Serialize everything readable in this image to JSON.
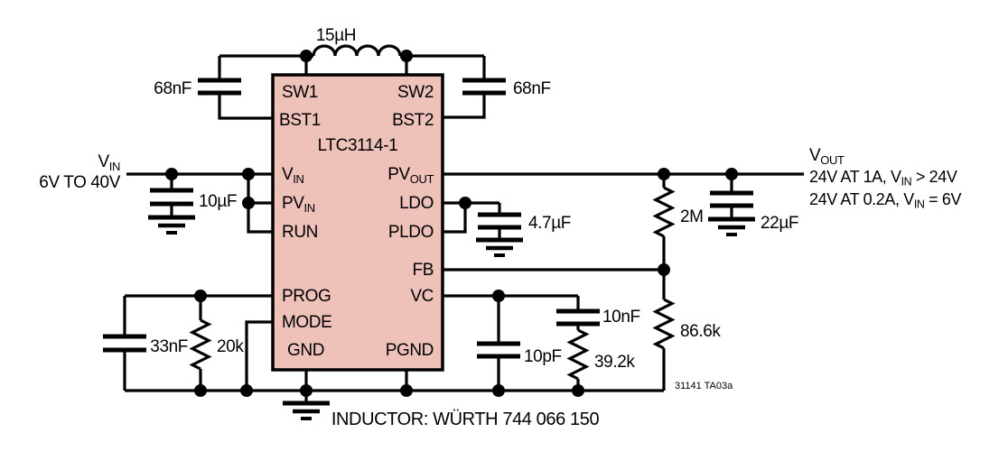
{
  "colors": {
    "ic_fill": "#eec1b9",
    "line": "#000000",
    "background": "#ffffff"
  },
  "ic": {
    "title": "LTC3114-1",
    "pins": {
      "sw1": "SW1",
      "sw2": "SW2",
      "bst1": "BST1",
      "bst2": "BST2",
      "vin_v": "V",
      "vin_sub": "IN",
      "pvin_v": "PV",
      "pvin_sub": "IN",
      "run": "RUN",
      "prog": "PROG",
      "mode": "MODE",
      "gnd": "GND",
      "pvout_v": "PV",
      "pvout_sub": "OUT",
      "ldo": "LDO",
      "pldo": "PLDO",
      "fb": "FB",
      "vc": "VC",
      "pgnd": "PGND"
    }
  },
  "components": {
    "inductor": "15µH",
    "cap_bst_left": "68nF",
    "cap_bst_right": "68nF",
    "cap_input": "10µF",
    "cap_ldo": "4.7µF",
    "cap_output": "22µF",
    "res_fb_upper": "2M",
    "res_fb_lower": "86.6k",
    "cap_prog": "33nF",
    "res_prog": "20k",
    "cap_comp_hf": "10pF",
    "cap_comp": "10nF",
    "res_comp": "39.2k"
  },
  "io": {
    "vin_v": "V",
    "vin_sub": "IN",
    "vin_range": "6V TO 40V",
    "vout_v": "V",
    "vout_sub": "OUT",
    "spec1_a": "24V AT 1A, V",
    "spec1_sub": "IN",
    "spec1_b": " > 24V",
    "spec2_a": "24V AT 0.2A, V",
    "spec2_sub": "IN",
    "spec2_b": " = 6V"
  },
  "notes": {
    "inductor_note": "INDUCTOR: WÜRTH 744 066 150",
    "figure_id": "31141 TA03a"
  }
}
